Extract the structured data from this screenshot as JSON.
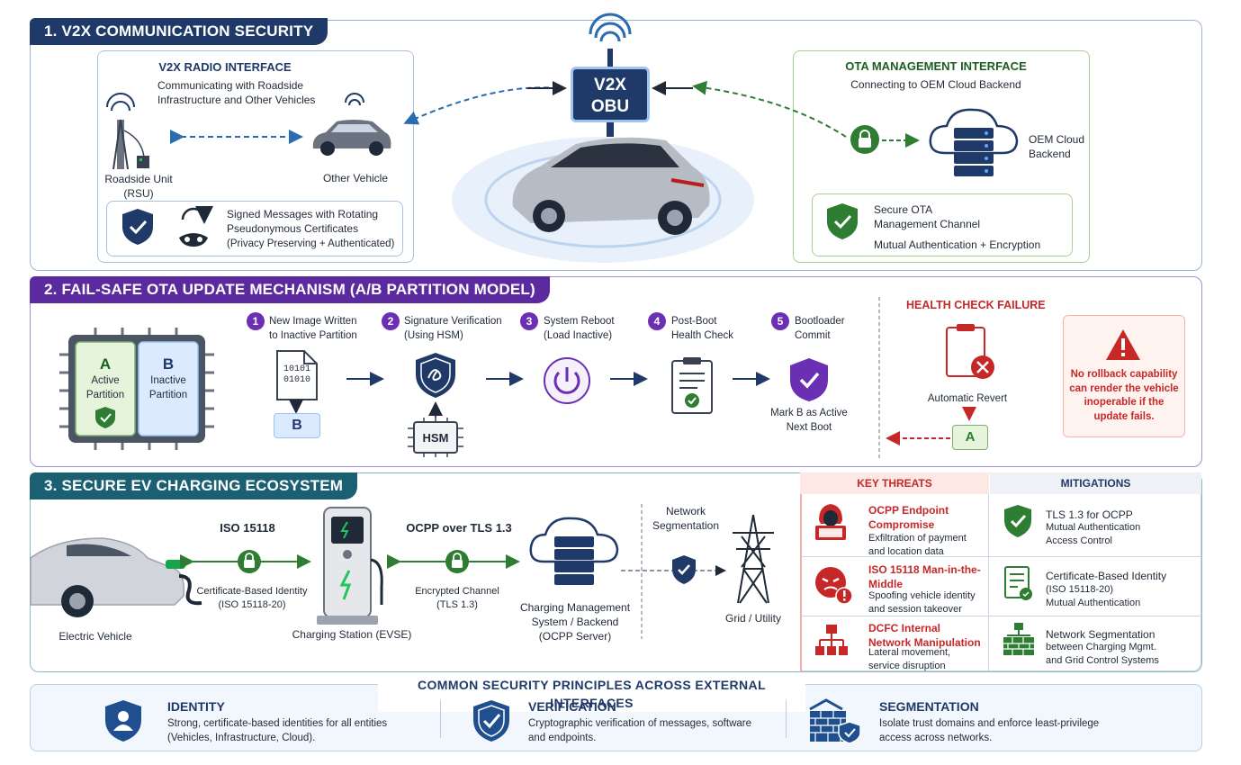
{
  "colors": {
    "navy": "#1f3a68",
    "purple": "#5b2a9e",
    "teal": "#1b5f73",
    "green": "#2e7d32",
    "red": "#c62828",
    "blue": "#2b6cb0"
  },
  "s1": {
    "title": "1. V2X COMMUNICATION SECURITY",
    "radio_title": "V2X RADIO INTERFACE",
    "radio_sub": "Communicating with Roadside Infrastructure and Other Vehicles",
    "rsu_label": "Roadside Unit (RSU)",
    "other_vehicle": "Other Vehicle",
    "signed_msg": "Signed Messages with Rotating Pseudonymous Certificates",
    "signed_note": "(Privacy Preserving + Authenticated)",
    "obu": "V2X OBU",
    "ota_title": "OTA MANAGEMENT INTERFACE",
    "ota_sub": "Connecting to OEM Cloud Backend",
    "cloud_label": "OEM Cloud Backend",
    "channel_title": "Secure OTA Management Channel",
    "channel_note": "Mutual Authentication + Encryption"
  },
  "s2": {
    "title": "2. FAIL-SAFE OTA UPDATE MECHANISM (A/B PARTITION MODEL)",
    "part_a": "A",
    "part_a_label": "Active Partition",
    "part_b": "B",
    "part_b_label": "Inactive Partition",
    "steps": [
      {
        "n": "1",
        "label": "New Image Written to Inactive Partition"
      },
      {
        "n": "2",
        "label": "Signature Verification (Using HSM)"
      },
      {
        "n": "3",
        "label": "System Reboot (Load Inactive)"
      },
      {
        "n": "4",
        "label": "Post-Boot Health Check"
      },
      {
        "n": "5",
        "label": "Bootloader Commit"
      }
    ],
    "binary": "10101 01010",
    "b_box": "B",
    "hsm": "HSM",
    "mark_b": "Mark B as Active Next Boot",
    "fail_title": "HEALTH CHECK FAILURE",
    "auto_revert": "Automatic Revert",
    "a_box": "A",
    "warning": "No rollback capability can render the vehicle inoperable if the update fails."
  },
  "s3": {
    "title": "3. SECURE EV CHARGING ECOSYSTEM",
    "ev": "Electric Vehicle",
    "iso": "ISO 15118",
    "iso_note": "Certificate-Based Identity (ISO 15118-20)",
    "station": "Charging Station (EVSE)",
    "ocpp": "OCPP over TLS 1.3",
    "ocpp_note": "Encrypted Channel (TLS 1.3)",
    "backend": "Charging Management System / Backend",
    "backend_note": "(OCPP Server)",
    "netseg": "Network Segmentation",
    "grid": "Grid / Utility",
    "threats_header": "KEY THREATS",
    "mitigations_header": "MITIGATIONS",
    "rows": [
      {
        "threat_title": "OCPP Endpoint Compromise",
        "threat_desc": "Exfiltration of payment and location data",
        "mit_title": "TLS 1.3 for OCPP",
        "mit_desc": "Mutual Authentication Access Control"
      },
      {
        "threat_title": "ISO 15118 Man-in-the-Middle",
        "threat_desc": "Spoofing vehicle identity and session takeover",
        "mit_title": "Certificate-Based Identity",
        "mit_desc": "(ISO 15118-20) Mutual Authentication"
      },
      {
        "threat_title": "DCFC Internal Network Manipulation",
        "threat_desc": "Lateral movement, service disruption",
        "mit_title": "Network Segmentation",
        "mit_desc": "between Charging Mgmt. and Grid Control Systems"
      }
    ]
  },
  "principles": {
    "title": "COMMON SECURITY PRINCIPLES ACROSS EXTERNAL INTERFACES",
    "items": [
      {
        "title": "IDENTITY",
        "desc": "Strong, certificate-based identities for all entities (Vehicles, Infrastructure, Cloud)."
      },
      {
        "title": "VERIFICATION",
        "desc": "Cryptographic verification of messages, software and endpoints."
      },
      {
        "title": "SEGMENTATION",
        "desc": "Isolate trust domains and enforce least-privilege access across networks."
      }
    ]
  }
}
